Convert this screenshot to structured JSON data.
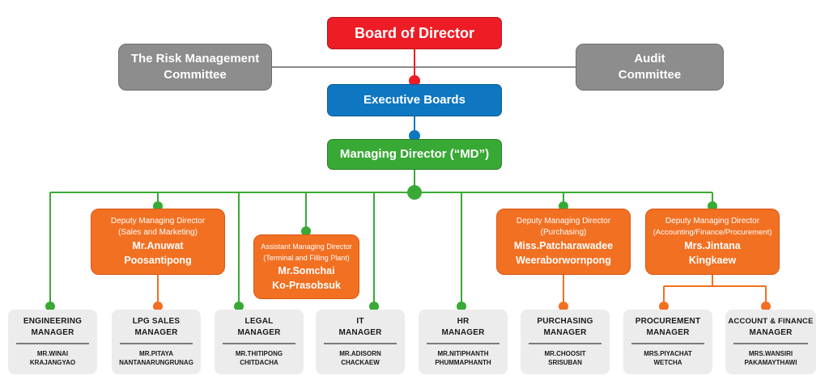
{
  "board": {
    "title": "Board of Director"
  },
  "risk": {
    "line1": "The Risk Management",
    "line2": "Committee"
  },
  "audit": {
    "line1": "Audit",
    "line2": "Committee"
  },
  "executive": {
    "title": "Executive Boards"
  },
  "md": {
    "title": "Managing Director (“MD”)"
  },
  "dmd_sales": {
    "role1": "Deputy Managing Director",
    "role2": "(Sales and Marketing)",
    "name1": "Mr.Anuwat",
    "name2": "Poosantipong"
  },
  "amd_terminal": {
    "role1": "Assistant Managing Director",
    "role2": "(Terminal and Filling Plant)",
    "name1": "Mr.Somchai",
    "name2": "Ko-Prasobsuk"
  },
  "dmd_purchasing": {
    "role1": "Deputy Managing Director",
    "role2": "(Purchasing)",
    "name1": "Miss.Patcharawadee",
    "name2": "Weeraborwornpong"
  },
  "dmd_accounting": {
    "role1": "Deputy Managing Director",
    "role2": "(Accounting/Finance/Procurement)",
    "name1": "Mrs.Jintana",
    "name2": "Kingkaew"
  },
  "managers": [
    {
      "title1": "ENGINEERING",
      "title2": "MANAGER",
      "name1": "MR.WINAI",
      "name2": "KRAJANGYAO"
    },
    {
      "title1": "LPG SALES",
      "title2": "MANAGER",
      "name1": "MR.PITAYA",
      "name2": "NANTANARUNGRUNAG"
    },
    {
      "title1": "LEGAL",
      "title2": "MANAGER",
      "name1": "MR.THITIPONG",
      "name2": "CHITDACHA"
    },
    {
      "title1": "IT",
      "title2": "MANAGER",
      "name1": "MR.ADISORN",
      "name2": "CHACKAEW"
    },
    {
      "title1": "HR",
      "title2": "MANAGER",
      "name1": "MR.NITIPHANTH",
      "name2": "PHUMMAPHANTH"
    },
    {
      "title1": "PURCHASING",
      "title2": "MANAGER",
      "name1": "MR.CHOOSIT",
      "name2": "SRISUBAN"
    },
    {
      "title1": "PROCUREMENT",
      "title2": "MANAGER",
      "name1": "MRS.PIYACHAT",
      "name2": "WETCHA"
    },
    {
      "title1": "ACCOUNT & FINANCE",
      "title2": "MANAGER",
      "name1": "MRS.WANSIRI",
      "name2": "PAKAMAYTHAWI"
    }
  ],
  "colors": {
    "red": "#ee1c25",
    "blue": "#0f77c2",
    "green": "#39a936",
    "gray": "#8d8d8d",
    "orange": "#f27022",
    "line_gray": "#8a8a8a"
  }
}
